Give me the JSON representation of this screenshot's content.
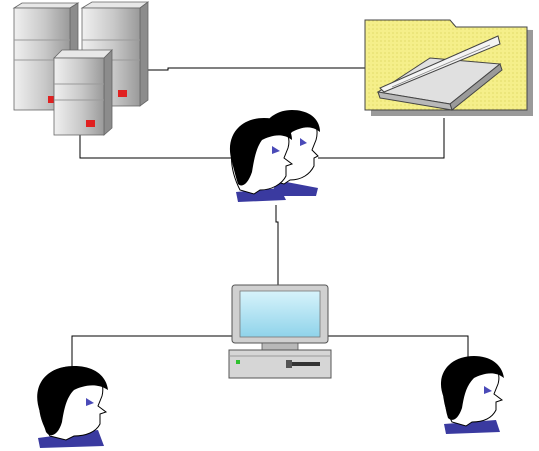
{
  "diagram": {
    "nodes": [
      {
        "id": "servers",
        "kind": "server-cluster",
        "icon": "server-tower-icon"
      },
      {
        "id": "scanner",
        "kind": "flatbed-scanner",
        "icon": "scanner-icon"
      },
      {
        "id": "user-pair",
        "kind": "user-group",
        "icon": "user-head-icon"
      },
      {
        "id": "workstation",
        "kind": "desktop-computer",
        "icon": "desktop-computer-icon"
      },
      {
        "id": "user-left",
        "kind": "user",
        "icon": "user-head-icon"
      },
      {
        "id": "user-right",
        "kind": "user",
        "icon": "user-head-icon"
      }
    ],
    "connections": [
      {
        "from": "servers",
        "to": "scanner"
      },
      {
        "from": "servers",
        "to": "user-pair"
      },
      {
        "from": "scanner",
        "to": "user-pair"
      },
      {
        "from": "user-pair",
        "to": "workstation"
      },
      {
        "from": "workstation",
        "to": "user-left"
      },
      {
        "from": "workstation",
        "to": "user-right"
      }
    ],
    "colors": {
      "line": "#000000",
      "server_body": "#c8c8c8",
      "server_light": "#e6e6e6",
      "server_dark": "#8c8c8c",
      "status_led": "#e02020",
      "scanner_background": "#f5ef8a",
      "screen": "#aee4f2",
      "collar": "#3a3aa0",
      "hair": "#000000"
    }
  }
}
